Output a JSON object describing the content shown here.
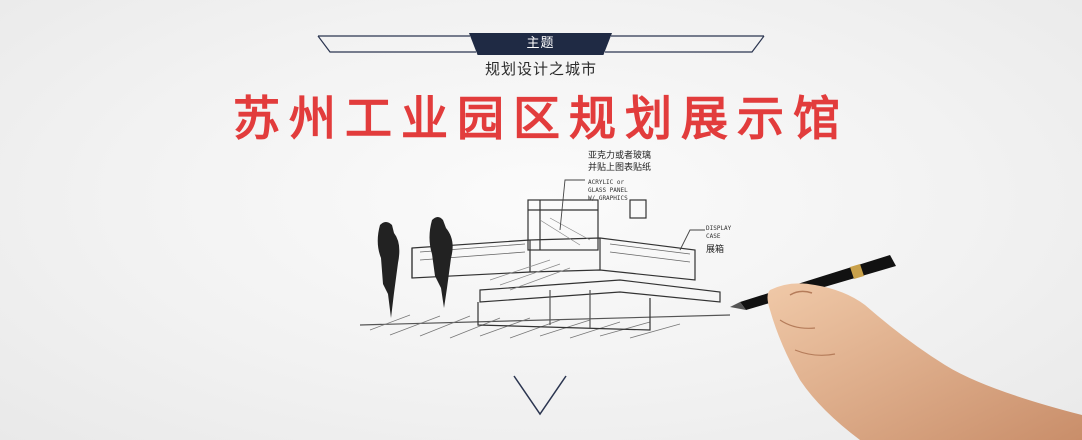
{
  "banner": {
    "tag": "主题",
    "subtitle": "规划设计之城市",
    "title": "苏州工业园区规划展示馆"
  },
  "sketch": {
    "note_cn": "亚克力或者玻璃\n并贴上图表贴纸",
    "note_en": "ACRYLIC or GLASS PANEL W/ GRAPHICS",
    "display_en": "DISPLAY CASE",
    "display_cn": "展箱"
  },
  "colors": {
    "title": "#e23c3c",
    "tag_bg": "#1f2a44",
    "line": "#2b3550"
  }
}
